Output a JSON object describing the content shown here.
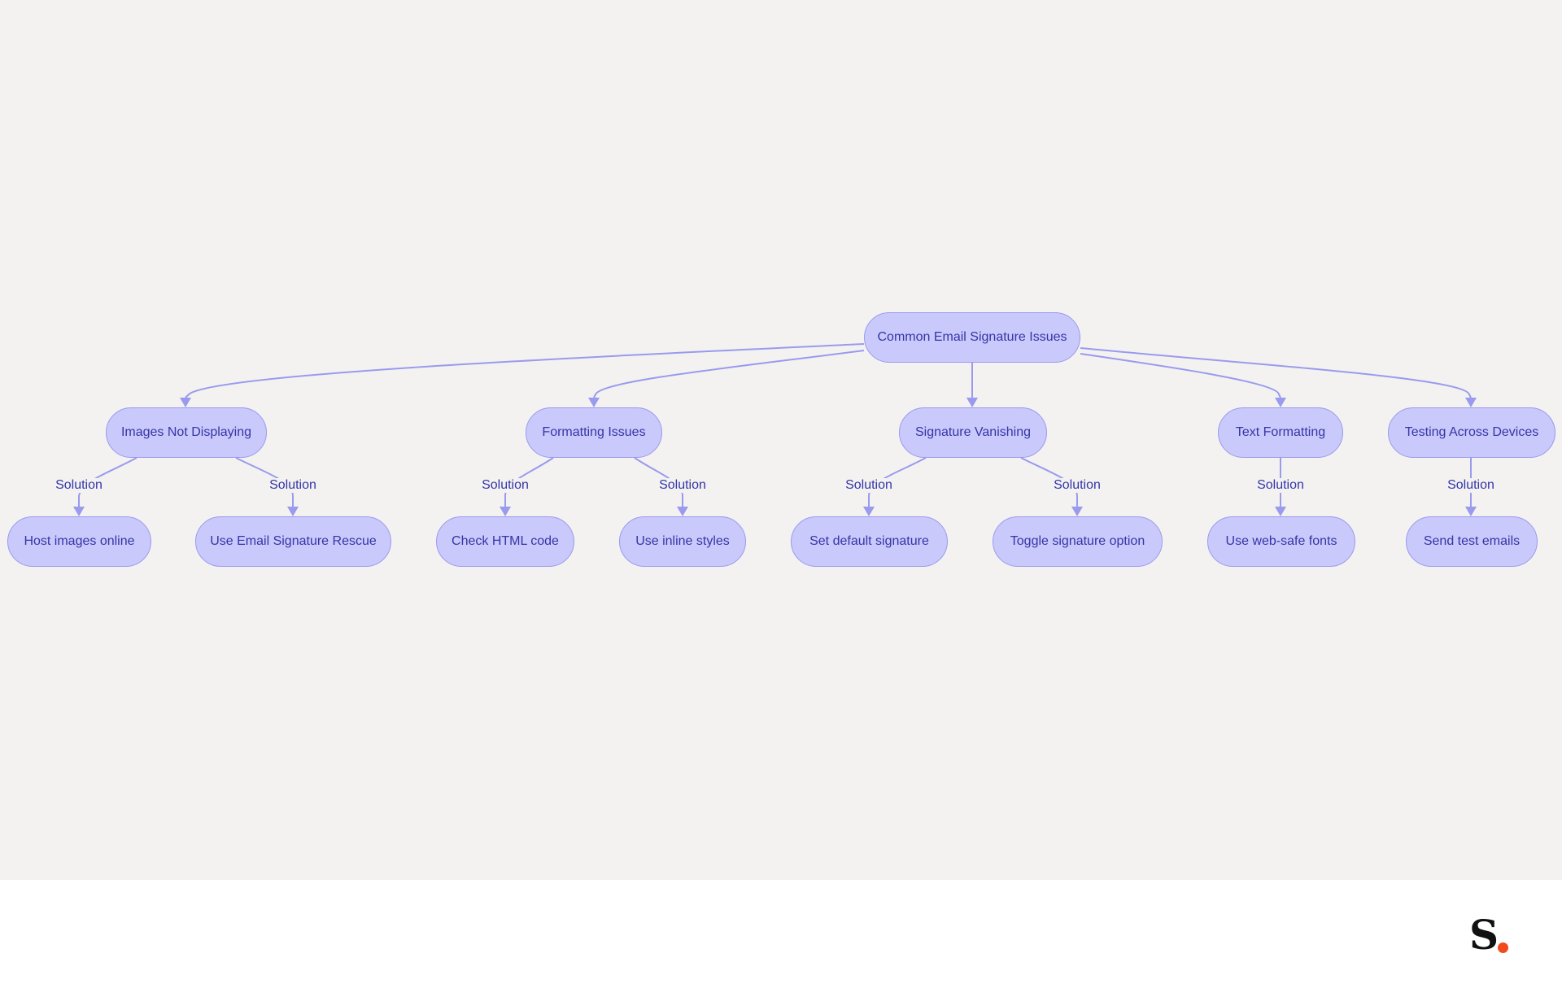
{
  "diagram": {
    "colors": {
      "node_fill": "#c9c9fb",
      "node_border": "#9a9aee",
      "edge": "#9a9aee",
      "text": "#3535a8",
      "background": "#f3f2f1"
    },
    "root": {
      "id": "root",
      "label": "Common Email Signature Issues"
    },
    "issues": [
      {
        "id": "images",
        "label": "Images Not Displaying"
      },
      {
        "id": "formatting",
        "label": "Formatting Issues"
      },
      {
        "id": "vanishing",
        "label": "Signature Vanishing"
      },
      {
        "id": "text",
        "label": "Text Formatting"
      },
      {
        "id": "testing",
        "label": "Testing Across Devices"
      }
    ],
    "solutions": [
      {
        "id": "host",
        "parent": "images",
        "label": "Host images online",
        "edge_label": "Solution"
      },
      {
        "id": "rescue",
        "parent": "images",
        "label": "Use Email Signature Rescue",
        "edge_label": "Solution"
      },
      {
        "id": "html",
        "parent": "formatting",
        "label": "Check HTML code",
        "edge_label": "Solution"
      },
      {
        "id": "inline",
        "parent": "formatting",
        "label": "Use inline styles",
        "edge_label": "Solution"
      },
      {
        "id": "default",
        "parent": "vanishing",
        "label": "Set default signature",
        "edge_label": "Solution"
      },
      {
        "id": "toggle",
        "parent": "vanishing",
        "label": "Toggle signature option",
        "edge_label": "Solution"
      },
      {
        "id": "websafe",
        "parent": "text",
        "label": "Use web-safe fonts",
        "edge_label": "Solution"
      },
      {
        "id": "sendtest",
        "parent": "testing",
        "label": "Send test emails",
        "edge_label": "Solution"
      }
    ]
  },
  "footer": {
    "logo_text": "S.",
    "logo_dot_color": "#f04a1d"
  }
}
